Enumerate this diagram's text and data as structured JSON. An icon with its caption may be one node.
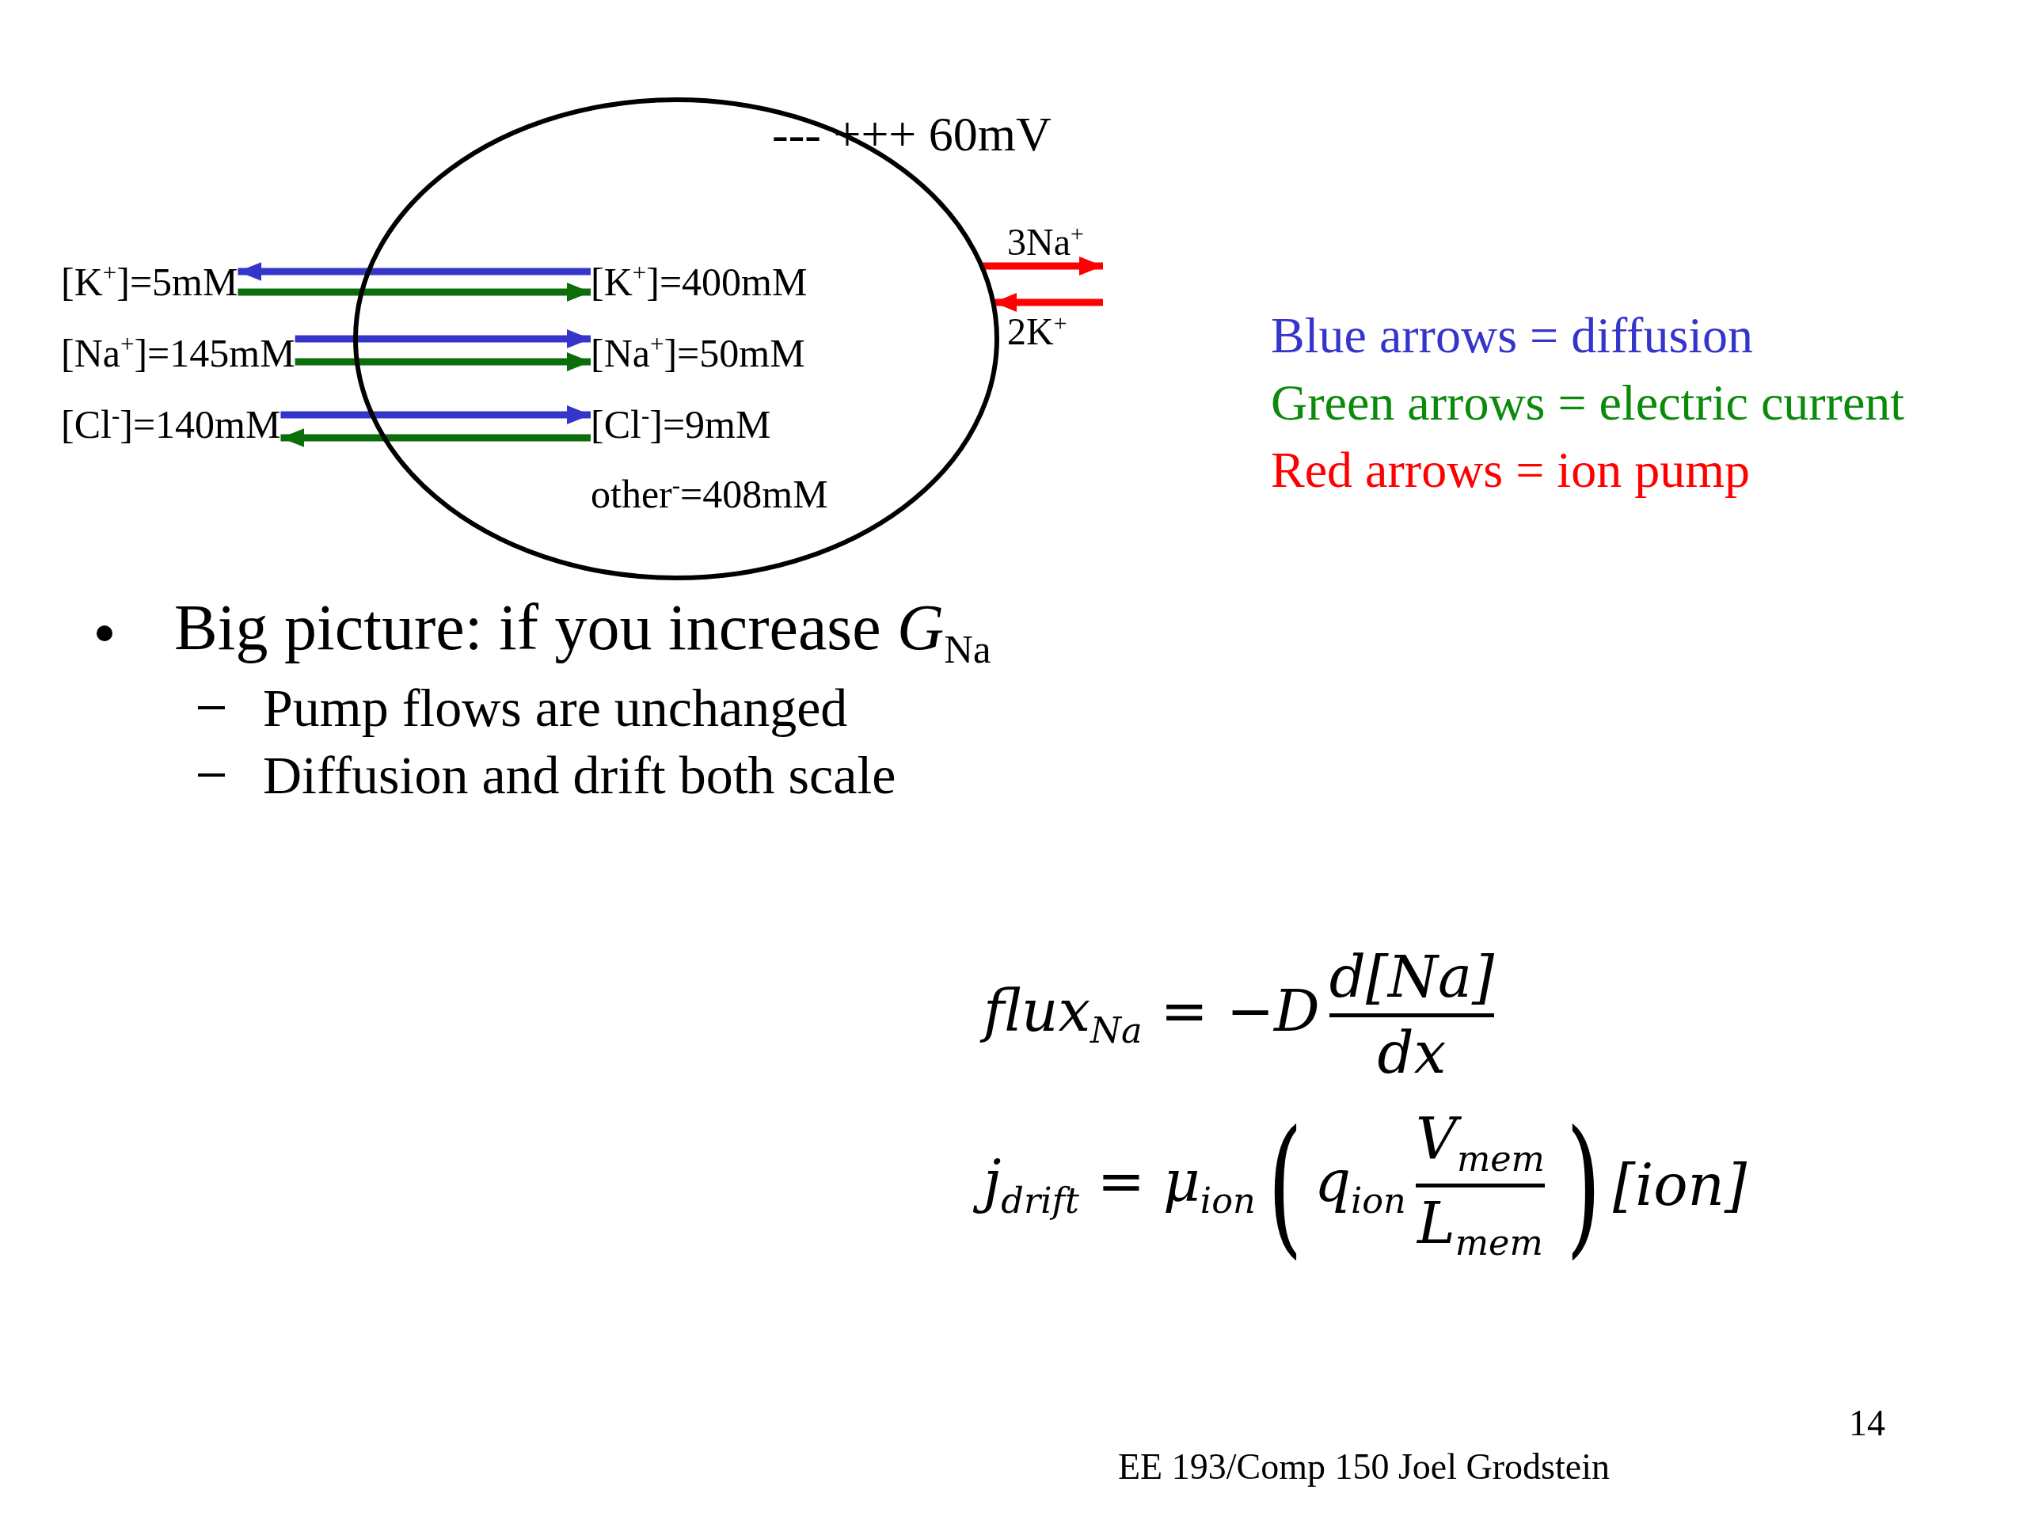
{
  "diagram": {
    "nodes": [
      {
        "text": [],
        "shape": "ellipse"
      },
      {
        "text": [
          "[K$^{+}$]=5mM"
        ]
      },
      {
        "text": [
          "[Na$^{+}$]=145mM"
        ]
      },
      {
        "text": [
          "[Cl$^{-}$]=140mM"
        ]
      },
      {
        "text": [
          "[K$^{+}$]=400mM"
        ],
        "in": 0
      },
      {
        "text": [
          "[Na$^{+}$]=50mM"
        ],
        "in": 0
      },
      {
        "text": [
          "[Cl$^{-}$]=9mM"
        ],
        "in": 0
      }
    ],
    "edges": [
      {
        "from": 4,
        "to": 1,
        "arrow": "to",
        "color": "#3535cc"
      },
      {
        "from": 1,
        "to": 4,
        "arrow": "to",
        "color": "#0b6e0b"
      },
      {
        "from": 2,
        "to": 5,
        "arrow": "to",
        "color": "#3535cc"
      },
      {
        "from": 2,
        "to": 5,
        "arrow": "to",
        "color": "#0b6e0b"
      },
      {
        "from": 3,
        "to": 6,
        "arrow": "to",
        "color": "#3535cc"
      },
      {
        "from": 6,
        "to": 3,
        "arrow": "to",
        "color": "#0b6e0b"
      },
      {
        "from": 0,
        "to": null,
        "arrow": "to",
        "label": "3Na$^{+}$",
        "color": "#ff0000"
      },
      {
        "from": null,
        "to": 0,
        "arrow": "to",
        "label": "2K$^{+}$",
        "color": "#ff0000"
      }
    ],
    "labels": [
      "--- +++ 60mV",
      "other$^{-}$=408mM",
      "Big picture: if you increase *G*$_{Na}$",
      "Pump flows are unchanged",
      "Diffusion and drift both scale",
      "flux$_{Na}$ = −D",
      "d[Na]",
      "dx",
      "j$_{drift}$ = μ$_{ion}$",
      "(",
      "q$_{ion}$",
      "V$_{mem}$",
      "L$_{mem}$",
      ")",
      "[ion]",
      "14",
      "EE 193/Comp 150 Joel Grodstein"
    ],
    "legend": [
      {
        "text": "Blue arrows = diffusion",
        "color": "#3535cc"
      },
      {
        "text": "Green arrows = electric current",
        "color": "#0b8a0b"
      },
      {
        "text": "Red arrows = ion pump",
        "color": "#ff0000"
      }
    ]
  }
}
